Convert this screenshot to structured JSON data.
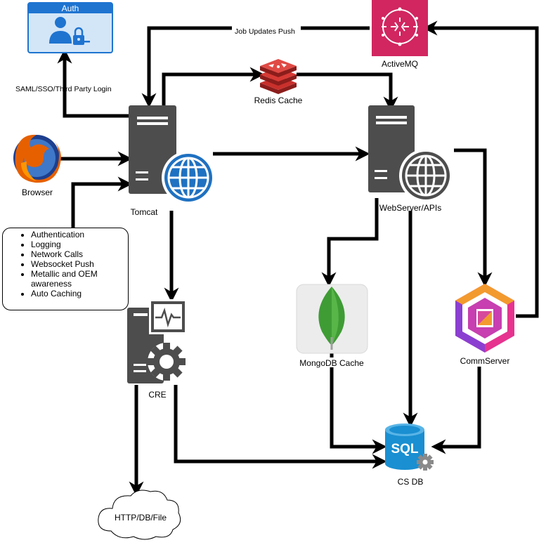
{
  "nodes": {
    "auth": {
      "label": "Auth"
    },
    "browser": {
      "label": "Browser"
    },
    "tomcat": {
      "label": "Tomcat"
    },
    "redis": {
      "label": "Redis Cache"
    },
    "activemq": {
      "label": "ActiveMQ"
    },
    "webserver": {
      "label": "WebServer/APIs"
    },
    "mongodb": {
      "label": "MongoDB Cache"
    },
    "commserver": {
      "label": "CommServer"
    },
    "cre": {
      "label": "CRE"
    },
    "csdb": {
      "label": "CS DB",
      "icon_text": "SQL"
    },
    "cloud": {
      "label": "HTTP/DB/File"
    }
  },
  "edges": {
    "saml_login": {
      "label": "SAML/SSO/Third Party Login"
    },
    "job_updates": {
      "label": "Job Updates Push"
    }
  },
  "features": {
    "items": [
      "Authentication",
      "Logging",
      "Network Calls",
      "Websocket Push",
      "Metallic and OEM awareness",
      "Auto Caching"
    ]
  },
  "colors": {
    "auth_blue": "#1f74d0",
    "server_gray": "#4d4d4d",
    "globe_blue": "#1f71c1",
    "redis_red": "#c9302c",
    "activemq_pink": "#d12660",
    "mongo_green": "#3f9c35",
    "sql_blue": "#1a8fd1"
  }
}
